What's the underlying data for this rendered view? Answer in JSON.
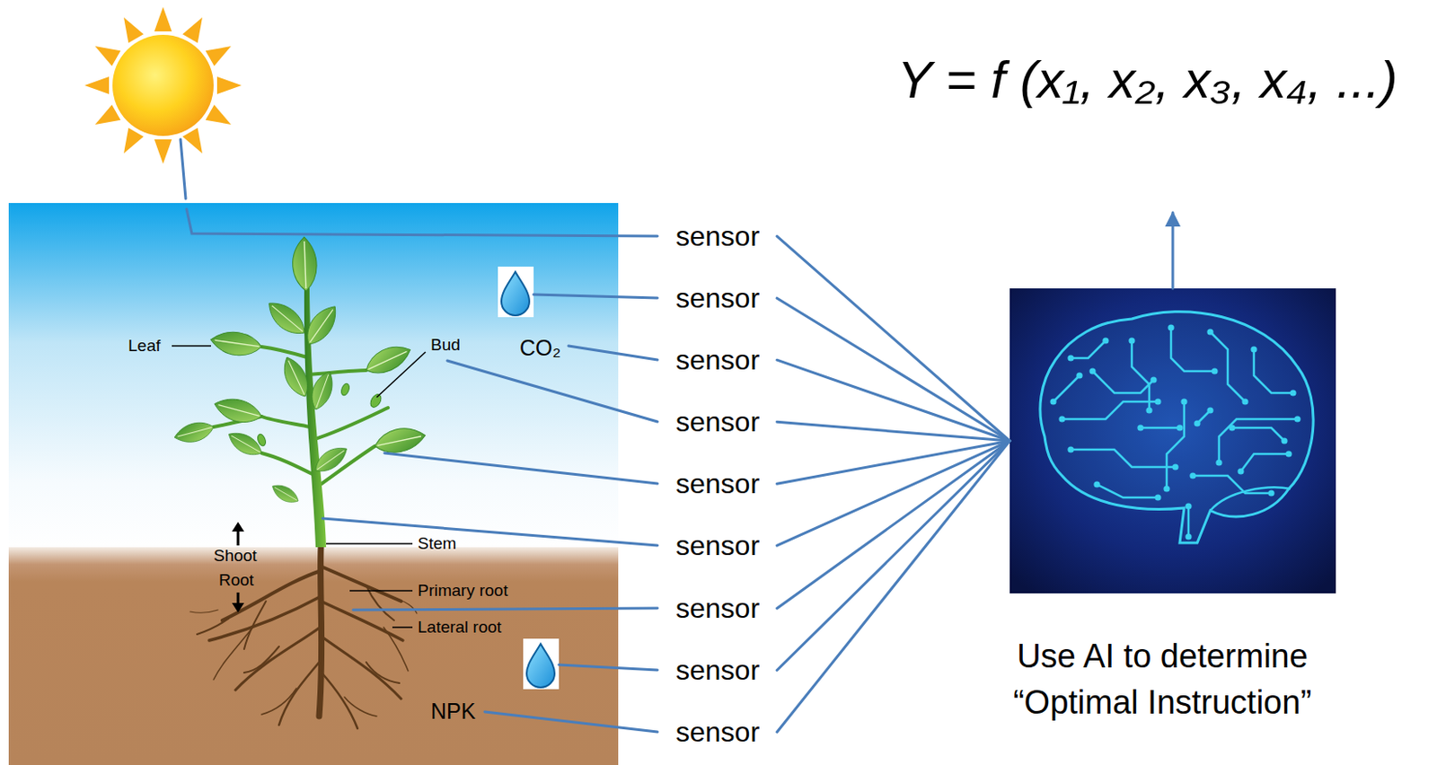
{
  "diagram": {
    "nodes": [
      {
        "text": [
          "Y = f (x₁, x₂, x₃, x₄, ...)"
        ]
      },
      {
        "text": [
          "sensor"
        ]
      },
      {
        "text": [
          "sensor"
        ]
      },
      {
        "text": [
          "sensor"
        ]
      },
      {
        "text": [
          "sensor"
        ]
      },
      {
        "text": [
          "sensor"
        ]
      },
      {
        "text": [
          "sensor"
        ]
      },
      {
        "text": [
          "sensor"
        ]
      },
      {
        "text": [
          "sensor"
        ]
      },
      {
        "text": [
          "sensor"
        ]
      },
      {
        "text": [
          "Use AI to determine “Optimal Instruction”"
        ]
      }
    ],
    "edges": [
      {
        "from": 1,
        "to": 10,
        "arrow": "none"
      },
      {
        "from": 2,
        "to": 10,
        "arrow": "none"
      },
      {
        "from": 3,
        "to": 10,
        "arrow": "none"
      },
      {
        "from": 4,
        "to": 10,
        "arrow": "none"
      },
      {
        "from": 5,
        "to": 10,
        "arrow": "none"
      },
      {
        "from": 6,
        "to": 10,
        "arrow": "none"
      },
      {
        "from": 7,
        "to": 10,
        "arrow": "none"
      },
      {
        "from": 8,
        "to": 10,
        "arrow": "none"
      },
      {
        "from": 9,
        "to": 10,
        "arrow": "none"
      },
      {
        "from": 10,
        "to": 0,
        "arrow": "to"
      }
    ],
    "labels": [
      "Leaf",
      "Bud",
      "CO₂",
      "Stem",
      "Shoot",
      "Root",
      "Primary root",
      "Lateral root",
      "NPK"
    ]
  }
}
